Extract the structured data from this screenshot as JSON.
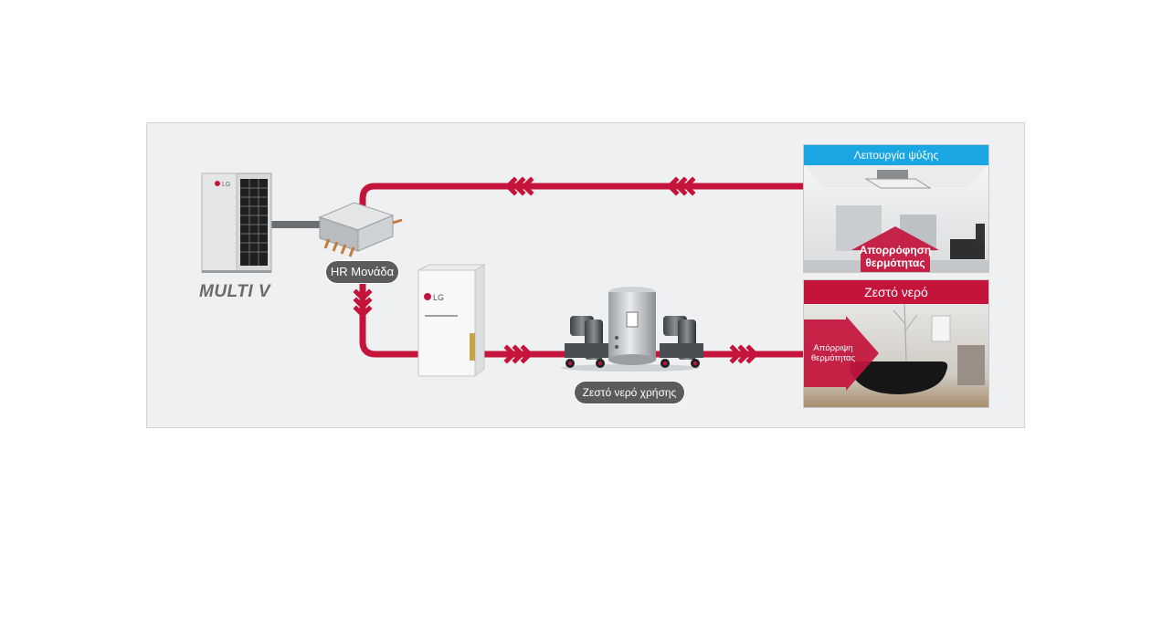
{
  "colors": {
    "pipe": "#c4143c",
    "cooling_header": "#1aa6e3",
    "hot_water_header": "#c4143c",
    "pill": "#5b5b5b",
    "frame_bg": "#eef0f2"
  },
  "outdoor_unit": {
    "brand_logo": "LG",
    "product_label": "MULTI V"
  },
  "hr_unit": {
    "label": "HR Μονάδα"
  },
  "hydro_unit": {
    "brand_logo": "LG"
  },
  "tank_group": {
    "label": "Ζεστό νερό χρήσης"
  },
  "cooling_panel": {
    "header": "Λειτουργία ψύξης",
    "overlay_line1": "Απορρόφηση",
    "overlay_line2": "θερμότητας"
  },
  "hot_water_panel": {
    "header": "Ζεστό νερό",
    "overlay_line1": "Απόρριψη",
    "overlay_line2": "θερμότητας"
  }
}
